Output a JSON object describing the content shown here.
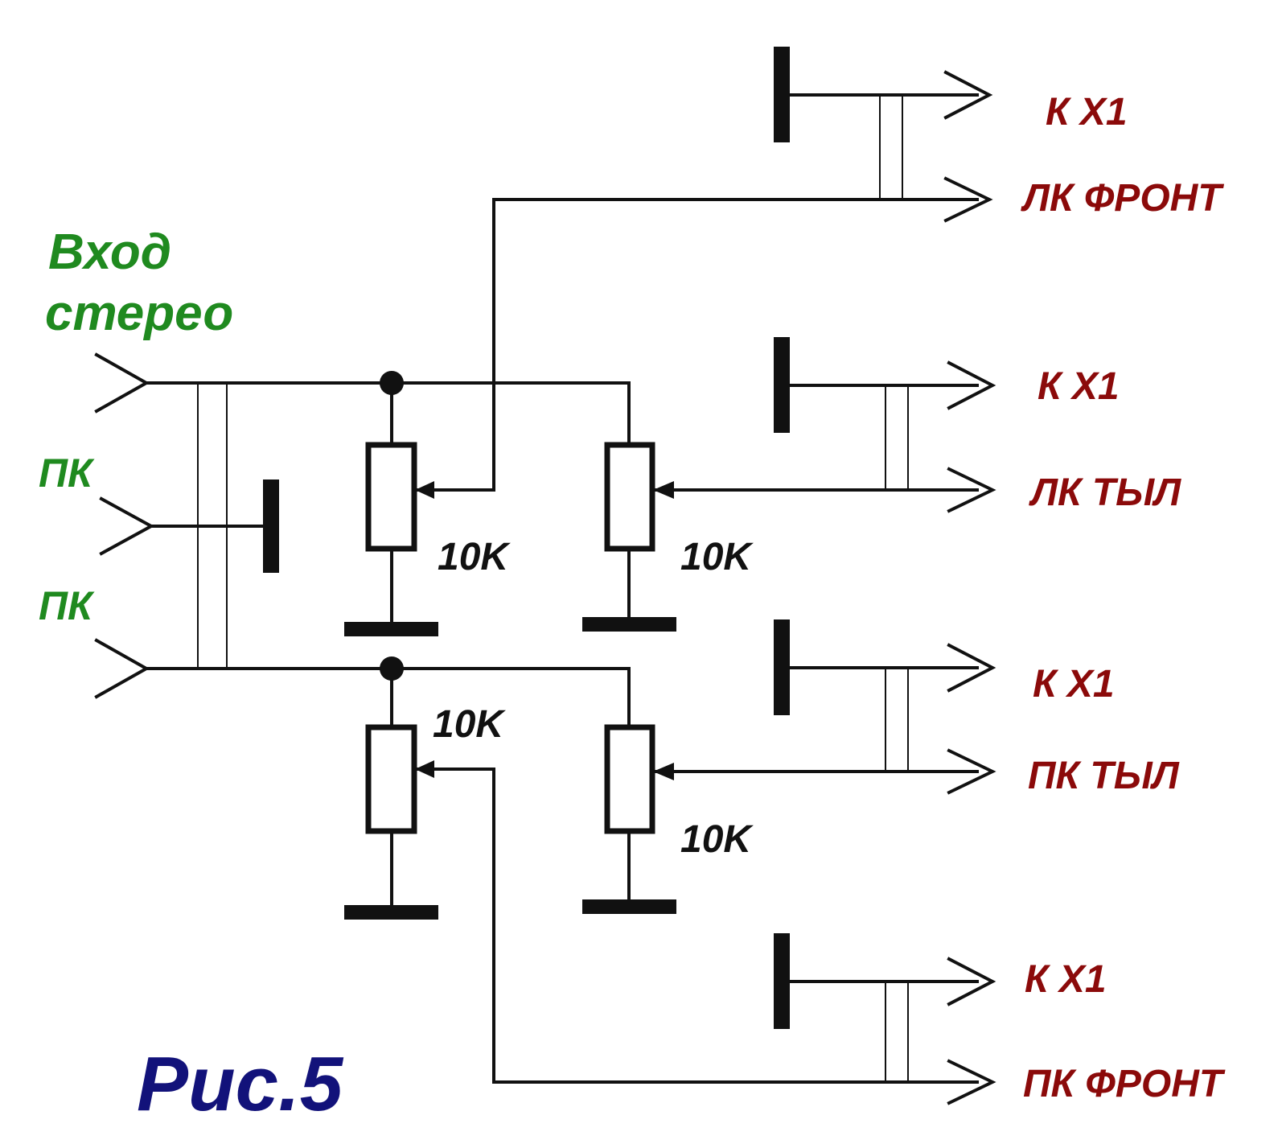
{
  "colors": {
    "input_labels": "#1f8a1f",
    "output_labels": "#8b0a0a",
    "caption": "#12127a",
    "wires": "#111111"
  },
  "input": {
    "title_line1": "Вход",
    "title_line2": "стерео",
    "labels": [
      "ПК",
      "ПК"
    ]
  },
  "outputs": [
    "К X1",
    "ЛК ФРОНТ",
    "К X1",
    "ЛК ТЫЛ",
    "К X1",
    "ПК ТЫЛ",
    "К X1",
    "ПК ФРОНТ"
  ],
  "resistors": [
    "10K",
    "10K",
    "10K",
    "10K"
  ],
  "caption": "Рис.5"
}
